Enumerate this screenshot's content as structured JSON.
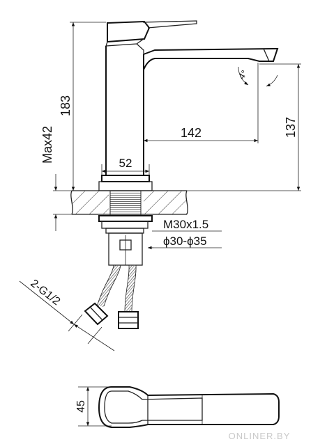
{
  "drawing": {
    "dimensions": {
      "overall_height": "183",
      "max_deck_thickness": "Max42",
      "spout_reach": "142",
      "spout_height": "137",
      "body_width": "52",
      "thread": "M30x1.5",
      "hole_diameter": "ϕ30-ϕ35",
      "hose_connection": "2-G1/2",
      "plan_width": "45",
      "spout_angle": "4°"
    },
    "watermark": "ONLINER.BY"
  }
}
